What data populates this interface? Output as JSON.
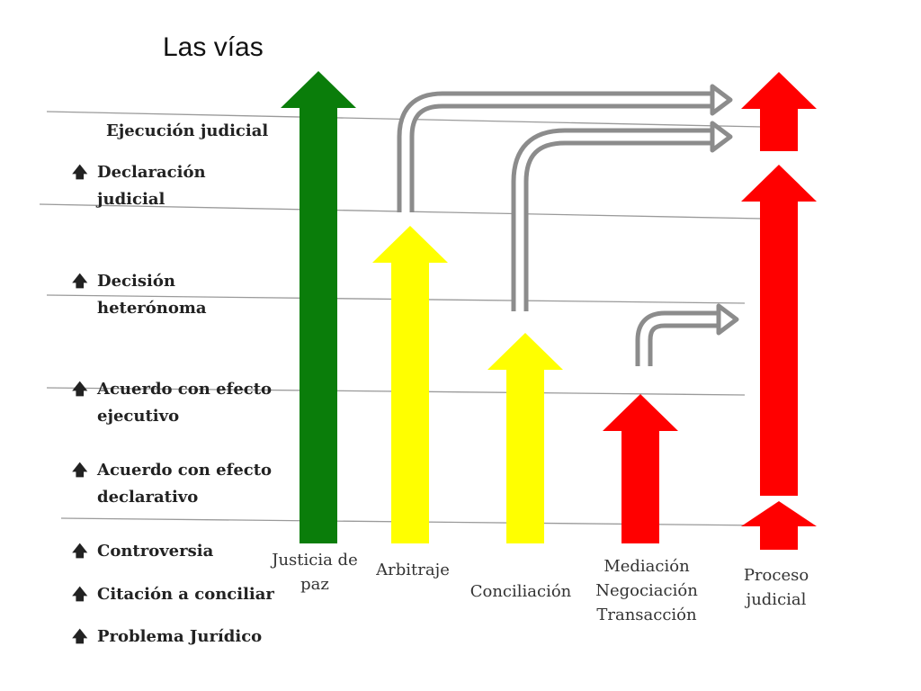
{
  "title": "Las vías",
  "bullet_glyph": "🡅",
  "levels": [
    {
      "label": "Ejecución judicial",
      "has_bullet": false
    },
    {
      "label": "Declaración\njudicial",
      "has_bullet": true
    },
    {
      "label": "Decisión\nheterónoma",
      "has_bullet": true
    },
    {
      "label": "Acuerdo con efecto\nejecutivo",
      "has_bullet": true
    },
    {
      "label": "Acuerdo con efecto\ndeclarativo",
      "has_bullet": true
    },
    {
      "label": "Controversia",
      "has_bullet": true
    },
    {
      "label": "Citación a conciliar",
      "has_bullet": true
    },
    {
      "label": "Problema Jurídico",
      "has_bullet": true
    }
  ],
  "routes": [
    {
      "label": "Justicia de\npaz",
      "color": "#0a7d0a"
    },
    {
      "label": "Arbitraje",
      "color": "#ffff00"
    },
    {
      "label": "Conciliación",
      "color": "#ffff00"
    },
    {
      "label": "Mediación\nNegociación\nTransacción",
      "color": "#ff0000"
    },
    {
      "label": "Proceso\njudicial",
      "color": "#ff0000"
    }
  ],
  "connector_color": "#8c8c8c",
  "line_color": "#9a9a9a"
}
